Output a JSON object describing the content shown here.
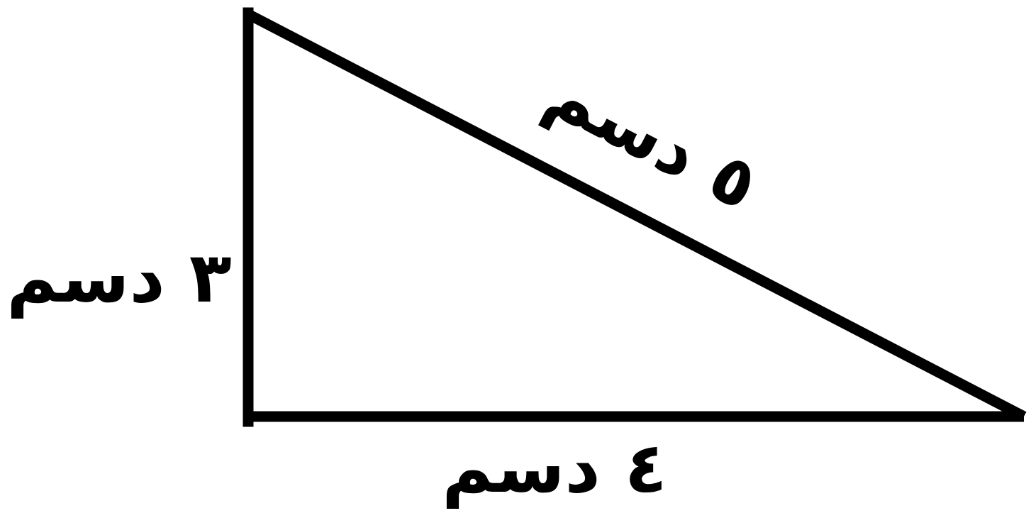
{
  "colors": {
    "stroke": "#000000",
    "background": "#ffffff"
  },
  "labels": {
    "hypotenuse": "٥ دسم",
    "vertical_side": "٣ دسم",
    "horizontal_side": "٤ دسم"
  }
}
